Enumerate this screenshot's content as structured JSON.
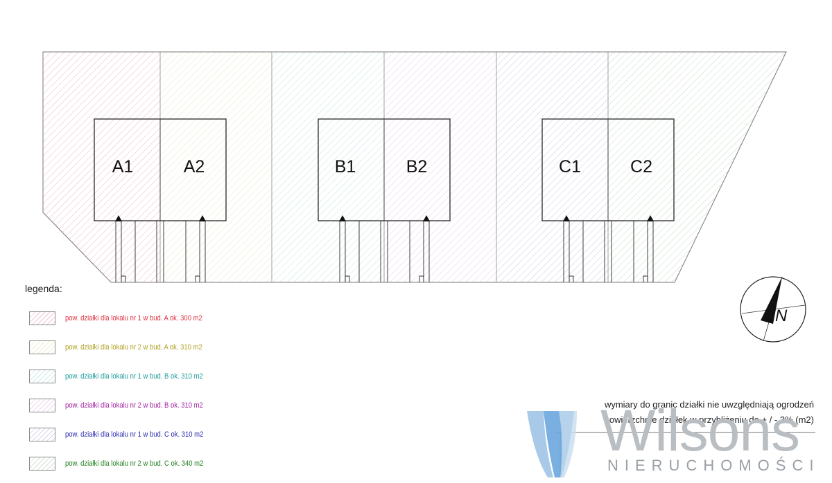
{
  "colors": {
    "a1": "#d65a78",
    "a2": "#d2cc78",
    "b1": "#6fc3c3",
    "b2": "#c98ac9",
    "c1": "#8e80cc",
    "c2": "#7aa87a",
    "outline": "#2a2a2a"
  },
  "buildings": [
    {
      "left": "A1",
      "right": "A2"
    },
    {
      "left": "B1",
      "right": "B2"
    },
    {
      "left": "C1",
      "right": "C2"
    }
  ],
  "north_label": "N",
  "legend": {
    "title": "legenda:",
    "items": [
      {
        "text": "pow. działki dla lokalu nr 1 w bud. A  ok. 300 m2",
        "color": "#e03040"
      },
      {
        "text": "pow. działki dla lokalu nr 2 w bud. A  ok. 310 m2",
        "color": "#b0a020"
      },
      {
        "text": "pow. działki dla lokalu nr 1 w bud. B  ok. 310 m2",
        "color": "#1a9a9a"
      },
      {
        "text": "pow. działki dla lokalu nr 2 w bud. B  ok. 310 m2",
        "color": "#a020a0"
      },
      {
        "text": "pow. działki dla lokalu nr 1 w bud. C  ok. 310 m2",
        "color": "#2a2ab0"
      },
      {
        "text": "pow. działki dla lokalu nr 2 w bud. C  ok. 340 m2",
        "color": "#208020"
      }
    ]
  },
  "notes": [
    "wymiary do granic działki nie uwzględniają ogrodzeń",
    "powierzchnie działek  w przybliżeniu do + / - 3% (m2)"
  ],
  "logo": {
    "word": "Wilsons",
    "sub": "NIERUCHOMOŚCI"
  }
}
